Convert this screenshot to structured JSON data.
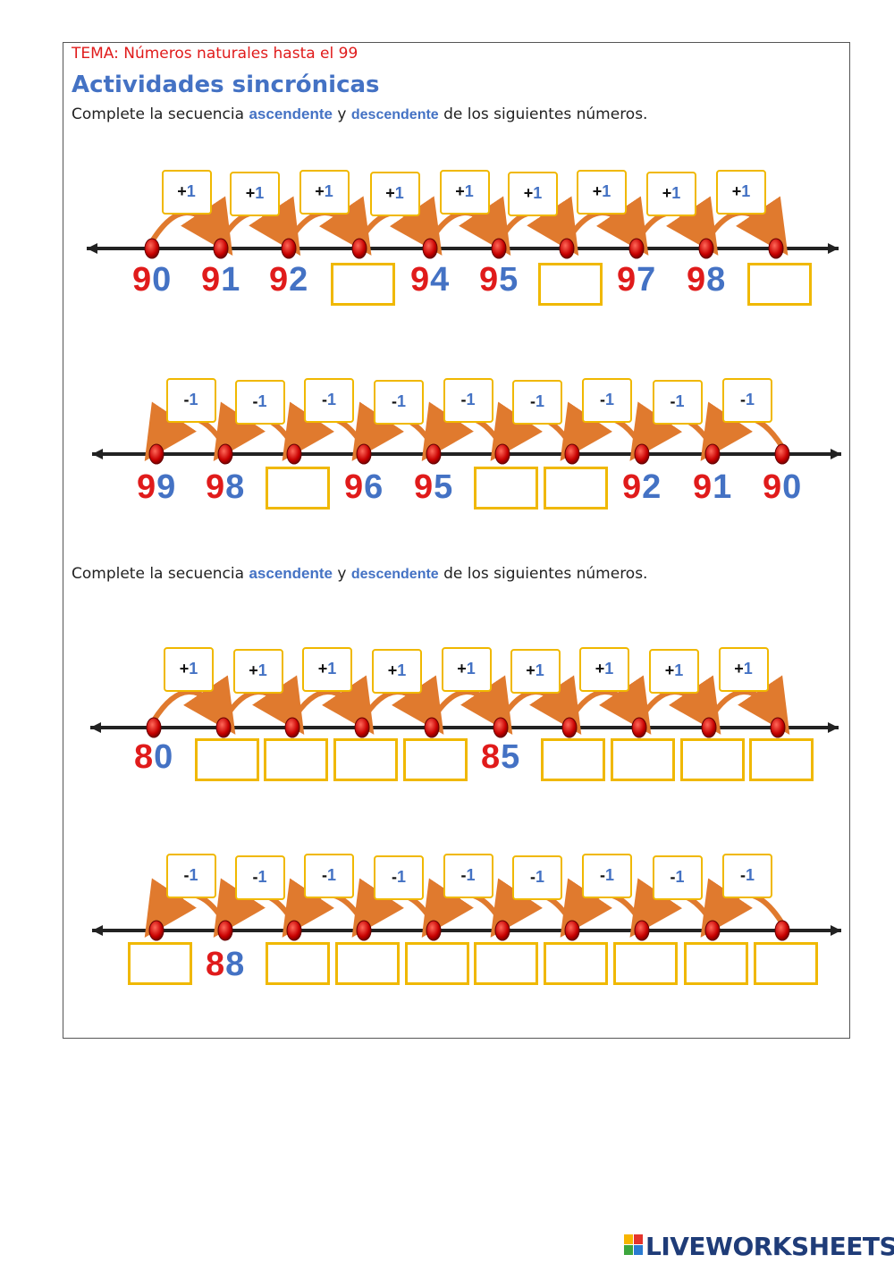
{
  "header": {
    "tema": "TEMA: Números naturales hasta el 99",
    "title": "Actividades sincrónicas"
  },
  "instruction": {
    "prefix": "Complete la secuencia",
    "asc": "ascendente",
    "mid": "y",
    "desc": "descendente",
    "suffix": "de los siguientes números."
  },
  "exercises": [
    {
      "op_sign": "+",
      "op_one": "1",
      "values": [
        "90",
        "91",
        "92",
        "",
        "94",
        "95",
        "",
        "97",
        "98",
        ""
      ]
    },
    {
      "op_sign": "-",
      "op_one": "1",
      "values": [
        "99",
        "98",
        "",
        "96",
        "95",
        "",
        "",
        "92",
        "91",
        "90"
      ]
    },
    {
      "op_sign": "+",
      "op_one": "1",
      "values": [
        "80",
        "",
        "",
        "",
        "",
        "85",
        "",
        "",
        "",
        ""
      ]
    },
    {
      "op_sign": "-",
      "op_one": "1",
      "values": [
        "",
        "88",
        "",
        "",
        "",
        "",
        "",
        "",
        "",
        ""
      ]
    }
  ],
  "colors": {
    "accent": "#4472c4",
    "red": "#e01b1b",
    "box": "#f0b800",
    "arrow": "#e07a2e"
  },
  "footer": {
    "logo": "LIVEWORKSHEETS"
  }
}
